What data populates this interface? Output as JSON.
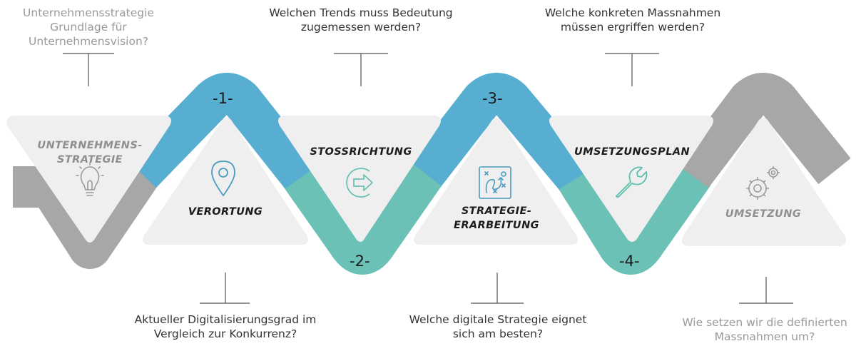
{
  "colors": {
    "blue": "#57aed0",
    "teal": "#6cc1b6",
    "gray": "#a7a7a7",
    "tile": "#efefef",
    "icon_blue": "#4a9cc0",
    "icon_gray": "#9a9a9a",
    "text_muted": "#9a9a9a"
  },
  "steps": [
    {
      "id": "unternehmensstrategie",
      "label_lines": [
        "UNTERNEHMENS-",
        "STRATEGIE"
      ],
      "icon": "lightbulb-icon",
      "question_lines": [
        "Unternehmensstrategie",
        "Grundlage für",
        "Unternehmensvision?"
      ],
      "muted": true
    },
    {
      "id": "verortung",
      "number": "-1-",
      "label_lines": [
        "VERORTUNG"
      ],
      "icon": "map-pin-icon",
      "question_lines": [
        "Aktueller Digitalisierungsgrad im",
        "Vergleich zur Konkurrenz?"
      ],
      "muted": false
    },
    {
      "id": "stossrichtung",
      "number": "-2-",
      "label_lines": [
        "STOSSRICHTUNG"
      ],
      "icon": "arrow-circle-icon",
      "question_lines": [
        "Welchen Trends muss Bedeutung",
        "zugemessen werden?"
      ],
      "muted": false
    },
    {
      "id": "strategie-erarbeitung",
      "number": "-3-",
      "label_lines": [
        "STRATEGIE-",
        "ERARBEITUNG"
      ],
      "icon": "strategy-board-icon",
      "question_lines": [
        "Welche digitale Strategie eignet",
        "sich am besten?"
      ],
      "muted": false
    },
    {
      "id": "umsetzungsplan",
      "number": "-4-",
      "label_lines": [
        "UMSETZUNGSPLAN"
      ],
      "icon": "wrench-icon",
      "question_lines": [
        "Welche konkreten Massnahmen",
        "müssen ergriffen werden?"
      ],
      "muted": false
    },
    {
      "id": "umsetzung",
      "label_lines": [
        "UMSETZUNG"
      ],
      "icon": "gears-icon",
      "question_lines": [
        "Wie setzen wir die definierten",
        "Massnahmen um?"
      ],
      "muted": true
    }
  ]
}
